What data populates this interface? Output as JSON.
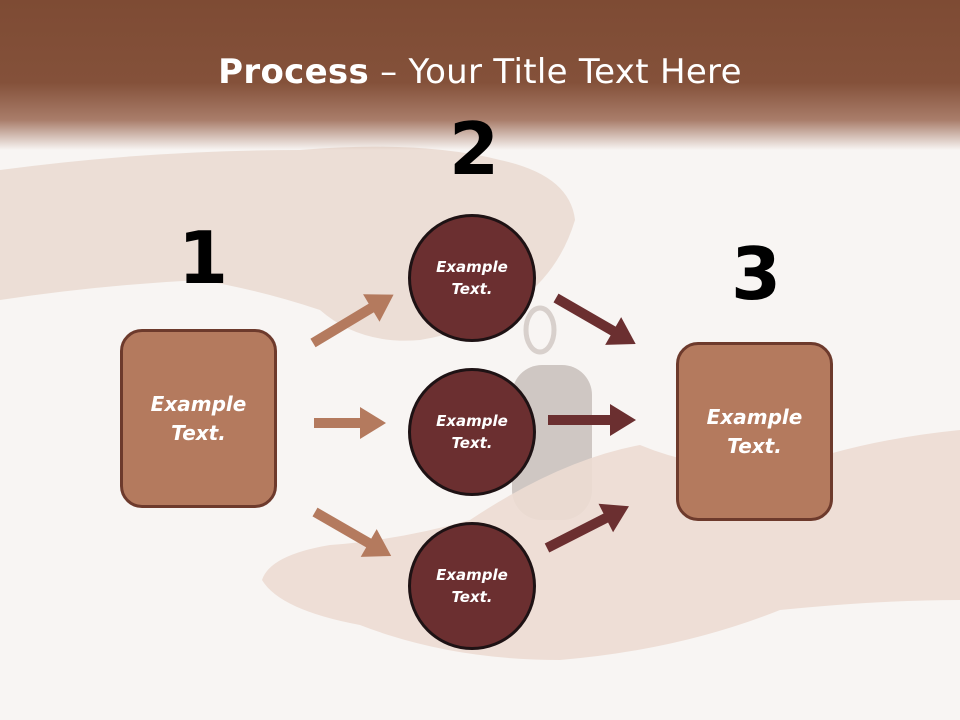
{
  "title": {
    "bold": "Process",
    "rest": " – Your Title Text Here"
  },
  "steps": {
    "one": "1",
    "two": "2",
    "three": "3"
  },
  "left_box": {
    "line1": "Example",
    "line2": "Text."
  },
  "right_box": {
    "line1": "Example",
    "line2": "Text."
  },
  "circles": [
    {
      "line1": "Example",
      "line2": "Text."
    },
    {
      "line1": "Example",
      "line2": "Text."
    },
    {
      "line1": "Example",
      "line2": "Text."
    }
  ],
  "colors": {
    "header": "#84513a",
    "box_fill": "#b47a5e",
    "circle_fill": "#6b2f30",
    "left_arrows": "#b47a5e",
    "right_arrows": "#6b2f30"
  }
}
